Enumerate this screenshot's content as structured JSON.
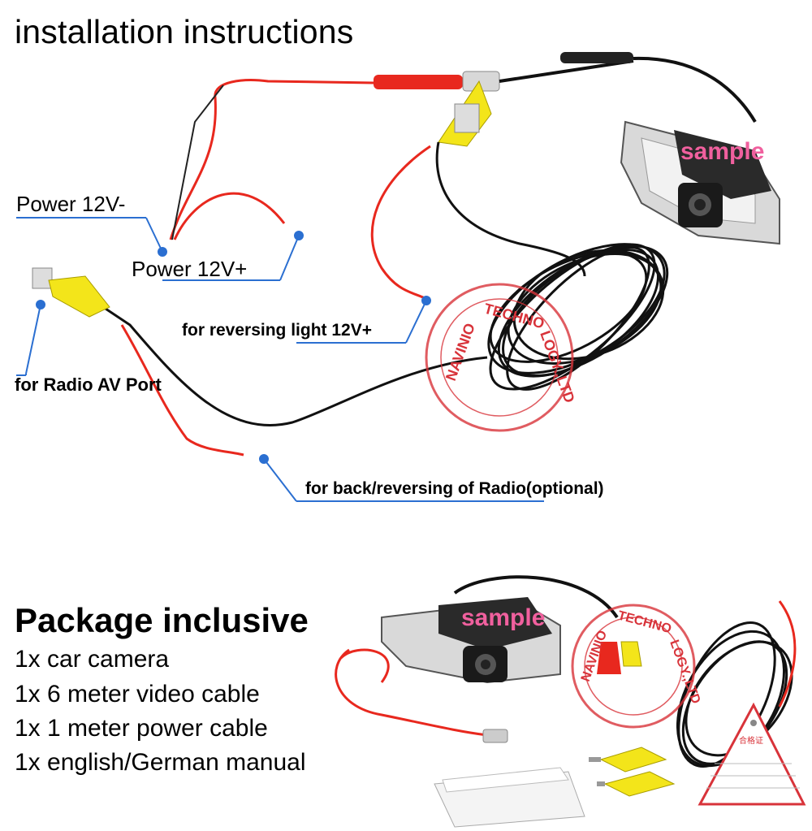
{
  "installation": {
    "title": "installation instructions",
    "labels": {
      "power_neg": "Power 12V-",
      "power_pos": "Power 12V+",
      "reversing_light": "for reversing light 12V+",
      "radio_av": "for Radio AV Port",
      "back_radio": "for back/reversing of Radio(optional)"
    },
    "sample": "sample"
  },
  "stamp": {
    "text": "NAVINIO TECHNOLOGY.,LTD"
  },
  "package": {
    "title": "Package inclusive",
    "items": [
      "1x car camera",
      "1x 6 meter video cable",
      "1x 1 meter power cable",
      "1x english/German manual"
    ],
    "sample": "sample",
    "card_title": "合格证"
  },
  "colors": {
    "label_line": "#2b6fd1",
    "cable_red": "#e8281e",
    "cable_black": "#111111",
    "connector_yellow": "#f3e51a",
    "stamp_red": "#d8333a",
    "sample_pink": "#f0609e"
  }
}
